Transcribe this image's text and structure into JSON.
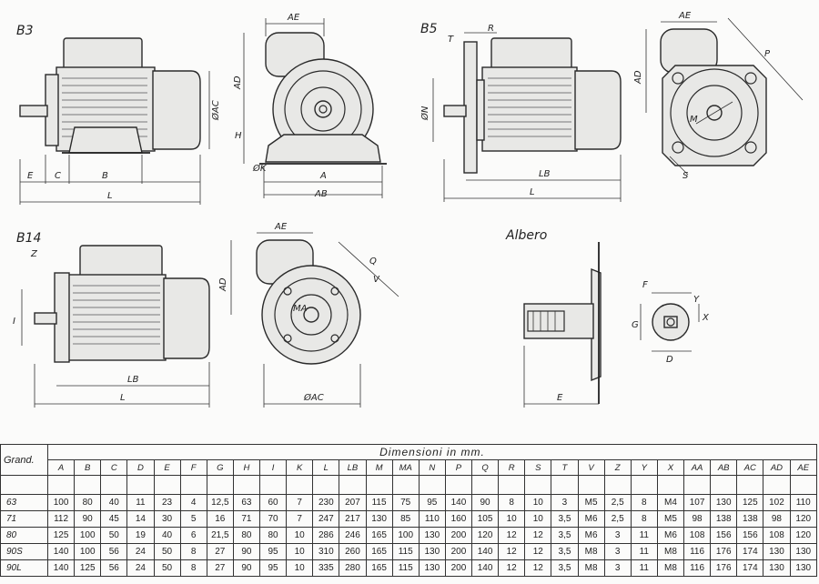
{
  "views": {
    "b3_title": "B3",
    "b5_title": "B5",
    "b14_title": "B14",
    "shaft_title": "Albero"
  },
  "labels": {
    "E": "E",
    "C": "C",
    "B": "B",
    "L": "L",
    "AC": "ØAC",
    "AE": "AE",
    "AD": "AD",
    "H": "H",
    "K": "ØK",
    "A": "A",
    "AB": "AB",
    "T": "T",
    "R": "R",
    "N": "ØN",
    "LB": "LB",
    "P": "P",
    "M": "M",
    "S": "S",
    "Z": "Z",
    "I": "I",
    "Q": "Q",
    "V": "V",
    "MA": "MA",
    "F": "F",
    "G": "G",
    "Y": "Y",
    "D": "D",
    "X": "X"
  },
  "table": {
    "corner": "Grand.",
    "title": "Dimensioni in mm.",
    "columns": [
      "A",
      "B",
      "C",
      "D",
      "E",
      "F",
      "G",
      "H",
      "I",
      "K",
      "L",
      "LB",
      "M",
      "MA",
      "N",
      "P",
      "Q",
      "R",
      "S",
      "T",
      "V",
      "Z",
      "Y",
      "X",
      "AA",
      "AB",
      "AC",
      "AD",
      "AE"
    ],
    "rows": [
      {
        "size": "63",
        "values": [
          "100",
          "80",
          "40",
          "11",
          "23",
          "4",
          "12,5",
          "63",
          "60",
          "7",
          "230",
          "207",
          "115",
          "75",
          "95",
          "140",
          "90",
          "8",
          "10",
          "3",
          "M5",
          "2,5",
          "8",
          "M4",
          "107",
          "130",
          "125",
          "102",
          "110"
        ]
      },
      {
        "size": "71",
        "values": [
          "112",
          "90",
          "45",
          "14",
          "30",
          "5",
          "16",
          "71",
          "70",
          "7",
          "247",
          "217",
          "130",
          "85",
          "110",
          "160",
          "105",
          "10",
          "10",
          "3,5",
          "M6",
          "2,5",
          "8",
          "M5",
          "98",
          "138",
          "138",
          "98",
          "120"
        ]
      },
      {
        "size": "80",
        "values": [
          "125",
          "100",
          "50",
          "19",
          "40",
          "6",
          "21,5",
          "80",
          "80",
          "10",
          "286",
          "246",
          "165",
          "100",
          "130",
          "200",
          "120",
          "12",
          "12",
          "3,5",
          "M6",
          "3",
          "11",
          "M6",
          "108",
          "156",
          "156",
          "108",
          "120"
        ]
      },
      {
        "size": "90S",
        "values": [
          "140",
          "100",
          "56",
          "24",
          "50",
          "8",
          "27",
          "90",
          "95",
          "10",
          "310",
          "260",
          "165",
          "115",
          "130",
          "200",
          "140",
          "12",
          "12",
          "3,5",
          "M8",
          "3",
          "11",
          "M8",
          "116",
          "176",
          "174",
          "130",
          "130"
        ]
      },
      {
        "size": "90L",
        "values": [
          "140",
          "125",
          "56",
          "24",
          "50",
          "8",
          "27",
          "90",
          "95",
          "10",
          "335",
          "280",
          "165",
          "115",
          "130",
          "200",
          "140",
          "12",
          "12",
          "3,5",
          "M8",
          "3",
          "11",
          "M8",
          "116",
          "176",
          "174",
          "130",
          "130"
        ]
      }
    ]
  }
}
